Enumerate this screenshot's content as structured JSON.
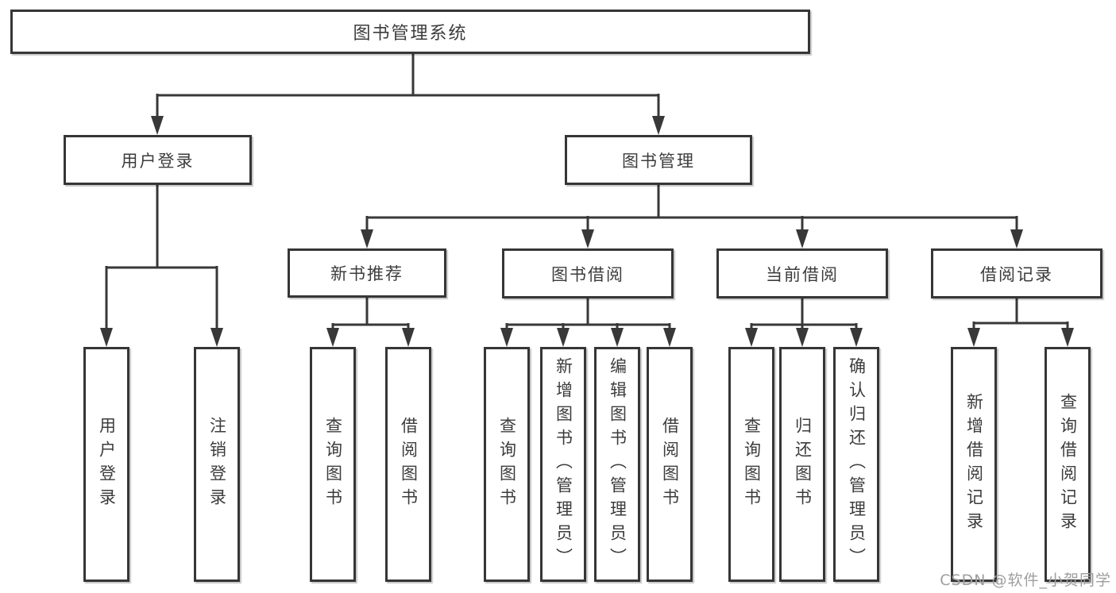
{
  "tree": {
    "root": "图书管理系统",
    "branches": [
      {
        "label": "用户登录",
        "children": [
          "用户登录",
          "注销登录"
        ]
      },
      {
        "label": "图书管理",
        "sections": [
          {
            "label": "新书推荐",
            "children": [
              "查询图书",
              "借阅图书"
            ]
          },
          {
            "label": "图书借阅",
            "children": [
              "查询图书",
              "新增图书（管理员）",
              "编辑图书（管理员）",
              "借阅图书"
            ]
          },
          {
            "label": "当前借阅",
            "children": [
              "查询图书",
              "归还图书",
              "确认归还（管理员）"
            ]
          },
          {
            "label": "借阅记录",
            "children": [
              "新增借阅记录",
              "查询借阅记录"
            ]
          }
        ]
      }
    ]
  },
  "watermark": "CSDN @软件_小贺同学",
  "colors": {
    "line": "#383838",
    "box_border": "#363636",
    "text": "#3c3c3c",
    "watermark": "#9e9e9e",
    "background": "#ffffff"
  }
}
